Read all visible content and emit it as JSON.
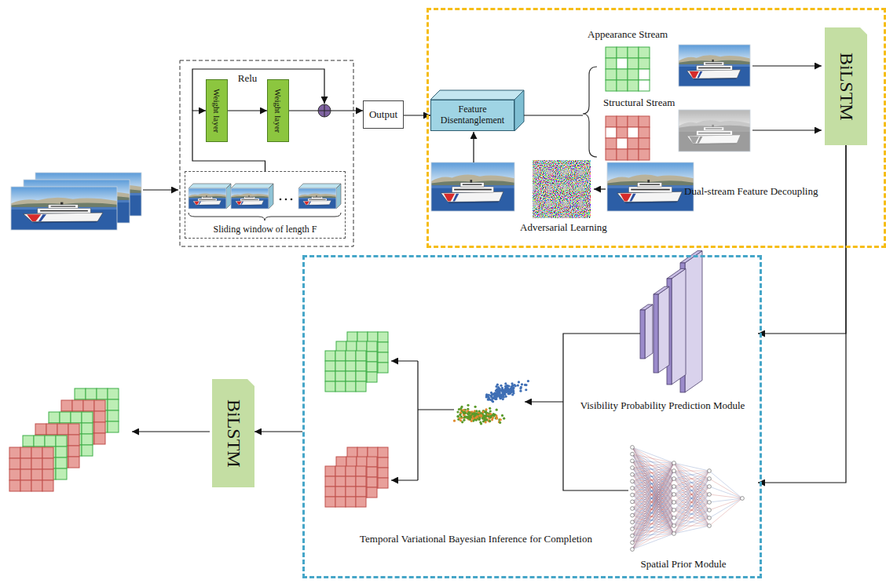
{
  "diagram": {
    "nodes": [
      {
        "text": [
          "Weight layer"
        ]
      },
      {
        "text": [
          "Weight layer"
        ]
      },
      {
        "text": [
          "Output"
        ]
      },
      {
        "text": [
          "Sliding window of length F"
        ]
      },
      {
        "text": [
          "Dual-stream Feature Decoupling"
        ]
      },
      {
        "text": [
          "Feature Disentanglement"
        ],
        "in": 4
      },
      {
        "text": [
          "BiLSTM"
        ],
        "in": 4
      },
      {
        "text": [
          "Temporal Variational Bayesian Inference for Completion"
        ]
      },
      {
        "text": [
          "Visibility Probability Prediction Module"
        ],
        "in": 7
      },
      {
        "text": [
          "Spatial Prior Module"
        ],
        "in": 7
      },
      {
        "text": [
          "BiLSTM"
        ]
      }
    ],
    "edges": [
      {
        "from": 0,
        "to": 1,
        "arrow": "to",
        "label": "Relu"
      },
      {
        "from": 1,
        "to": 2,
        "arrow": "to"
      },
      {
        "from": 3,
        "to": 0,
        "arrow": "to"
      },
      {
        "from": 2,
        "to": 5,
        "arrow": "to"
      },
      {
        "from": 6,
        "to": 8,
        "arrow": "to"
      },
      {
        "from": 6,
        "to": 9,
        "arrow": "to"
      },
      {
        "from": 7,
        "to": 10,
        "arrow": "to"
      }
    ],
    "labels": [
      "Appearance Stream",
      "Structural Stream",
      "Adversarial Learning"
    ]
  }
}
